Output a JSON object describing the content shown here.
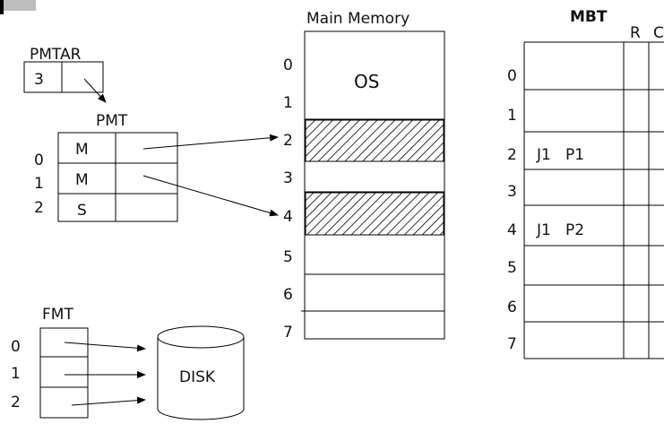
{
  "pmtar": {
    "label": "PMTAR",
    "value": "3"
  },
  "pmt": {
    "label": "PMT",
    "rows": [
      {
        "index": "0",
        "status": "M"
      },
      {
        "index": "1",
        "status": "M"
      },
      {
        "index": "2",
        "status": "S"
      }
    ]
  },
  "main_memory": {
    "title": "Main Memory",
    "os_label": "OS",
    "frames": [
      "0",
      "1",
      "2",
      "3",
      "4",
      "5",
      "6",
      "7"
    ]
  },
  "mbt": {
    "title": "MBT",
    "col_r": "R",
    "col_c": "C",
    "indices": [
      "0",
      "1",
      "2",
      "3",
      "4",
      "5",
      "6",
      "7"
    ],
    "entries": [
      "",
      "",
      "J1   P1",
      "",
      "J1   P2",
      "",
      "",
      ""
    ]
  },
  "fmt": {
    "label": "FMT",
    "indices": [
      "0",
      "1",
      "2"
    ]
  },
  "disk": {
    "label": "DISK"
  }
}
